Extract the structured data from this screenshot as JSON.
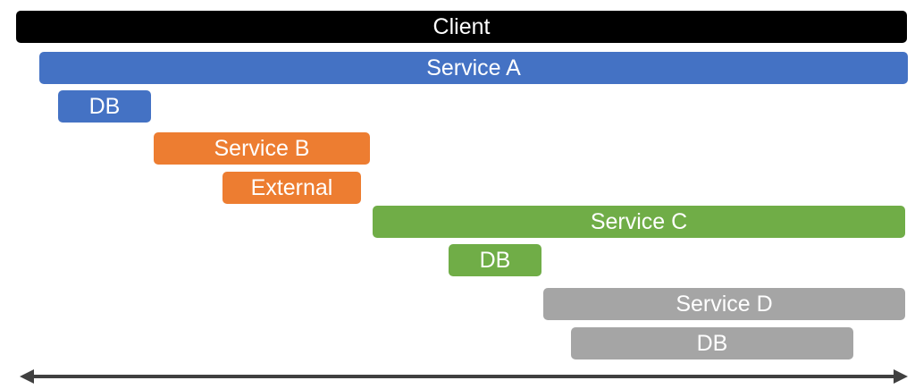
{
  "colors": {
    "client": "#000000",
    "service_a": "#4472c4",
    "service_b": "#ed7d31",
    "service_c": "#70ad47",
    "service_d": "#a5a5a5",
    "axis": "#404040"
  },
  "spans": {
    "client": "Client",
    "service_a": "Service A",
    "service_a_db": "DB",
    "service_b": "Service B",
    "service_b_external": "External",
    "service_c": "Service C",
    "service_c_db": "DB",
    "service_d": "Service D",
    "service_d_db": "DB"
  }
}
